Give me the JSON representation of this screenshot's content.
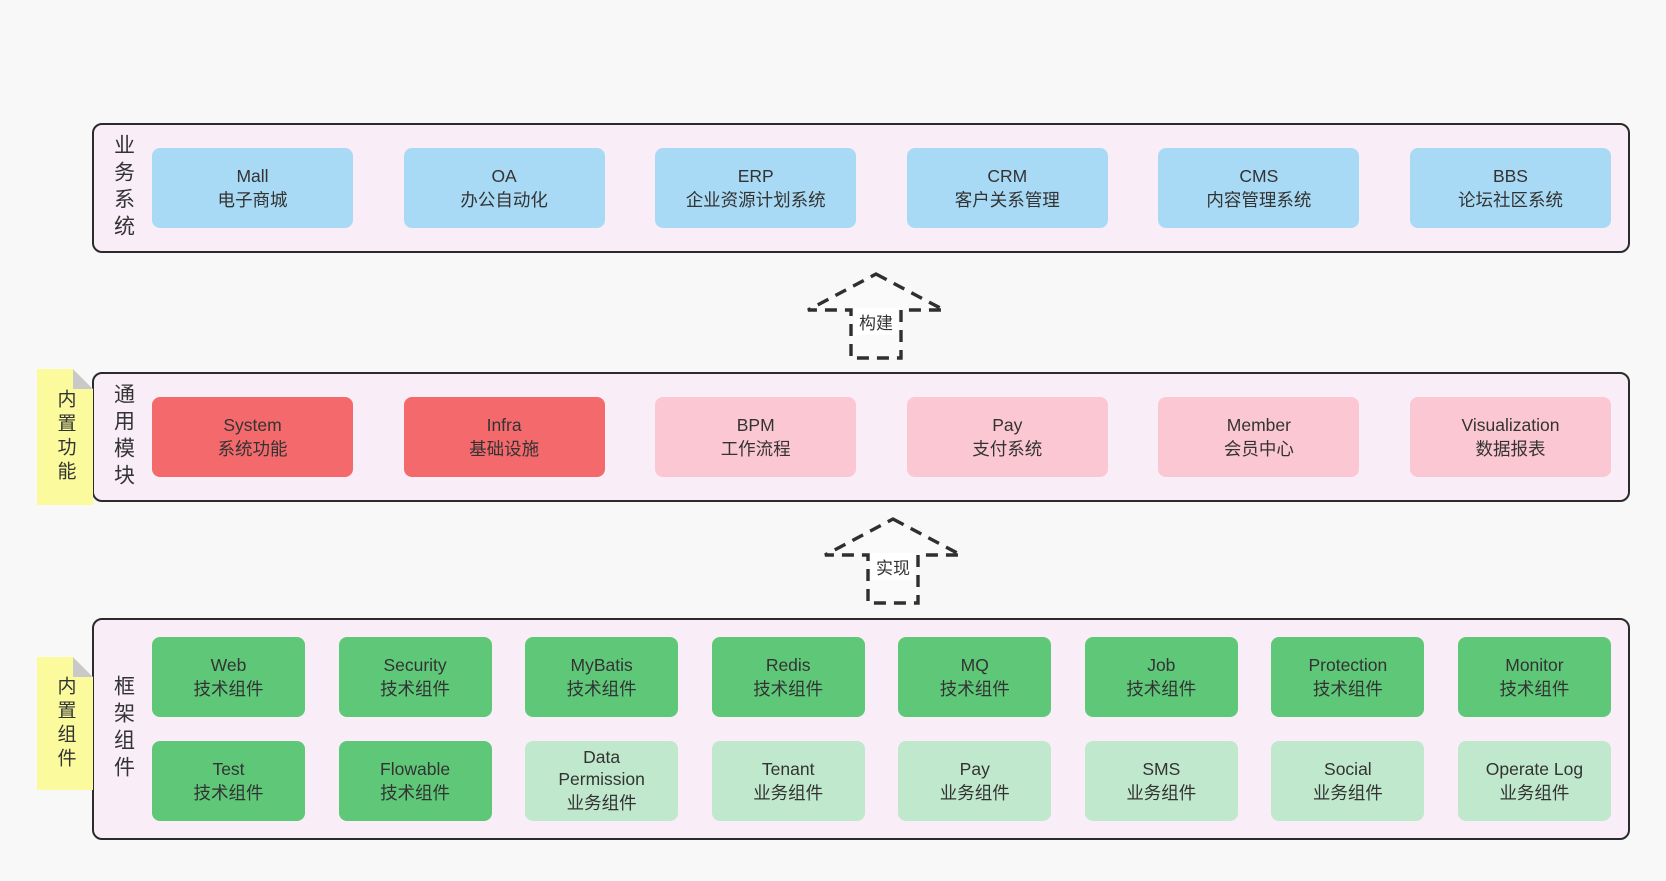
{
  "colors": {
    "page-bg": "#f8f8f8",
    "panel-bg": "#f9edf8",
    "panel-border": "#2b2b2b",
    "blue": "#a9daf5",
    "red": "#f4696c",
    "pink": "#fbc7d2",
    "green": "#5ec878",
    "light-green": "#c0e8cc",
    "note-yellow": "#fbfa9d",
    "note-fold": "#c9c9c9",
    "text": "#333333",
    "arrow": "#2f2f2f"
  },
  "business": {
    "label": "业务系统",
    "boxes": [
      {
        "name": "Mall",
        "desc": "电子商城",
        "variant": "blue"
      },
      {
        "name": "OA",
        "desc": "办公自动化",
        "variant": "blue"
      },
      {
        "name": "ERP",
        "desc": "企业资源计划系统",
        "variant": "blue"
      },
      {
        "name": "CRM",
        "desc": "客户关系管理",
        "variant": "blue"
      },
      {
        "name": "CMS",
        "desc": "内容管理系统",
        "variant": "blue"
      },
      {
        "name": "BBS",
        "desc": "论坛社区系统",
        "variant": "blue"
      }
    ]
  },
  "arrows": {
    "build": "构建",
    "implement": "实现"
  },
  "modules": {
    "label": "通用模块",
    "note": "内置功能",
    "boxes": [
      {
        "name": "System",
        "desc": "系统功能",
        "variant": "red"
      },
      {
        "name": "Infra",
        "desc": "基础设施",
        "variant": "red"
      },
      {
        "name": "BPM",
        "desc": "工作流程",
        "variant": "pink"
      },
      {
        "name": "Pay",
        "desc": "支付系统",
        "variant": "pink"
      },
      {
        "name": "Member",
        "desc": "会员中心",
        "variant": "pink"
      },
      {
        "name": "Visualization",
        "desc": "数据报表",
        "variant": "pink"
      }
    ]
  },
  "components": {
    "label": "框架组件",
    "note": "内置组件",
    "row1": [
      {
        "name": "Web",
        "desc": "技术组件",
        "variant": "green"
      },
      {
        "name": "Security",
        "desc": "技术组件",
        "variant": "green"
      },
      {
        "name": "MyBatis",
        "desc": "技术组件",
        "variant": "green"
      },
      {
        "name": "Redis",
        "desc": "技术组件",
        "variant": "green"
      },
      {
        "name": "MQ",
        "desc": "技术组件",
        "variant": "green"
      },
      {
        "name": "Job",
        "desc": "技术组件",
        "variant": "green"
      },
      {
        "name": "Protection",
        "desc": "技术组件",
        "variant": "green"
      },
      {
        "name": "Monitor",
        "desc": "技术组件",
        "variant": "green"
      }
    ],
    "row2": [
      {
        "name": "Test",
        "desc": "技术组件",
        "variant": "green"
      },
      {
        "name": "Flowable",
        "desc": "技术组件",
        "variant": "green"
      },
      {
        "name": "Data Permission",
        "desc": "业务组件",
        "variant": "light-green"
      },
      {
        "name": "Tenant",
        "desc": "业务组件",
        "variant": "light-green"
      },
      {
        "name": "Pay",
        "desc": "业务组件",
        "variant": "light-green"
      },
      {
        "name": "SMS",
        "desc": "业务组件",
        "variant": "light-green"
      },
      {
        "name": "Social",
        "desc": "业务组件",
        "variant": "light-green"
      },
      {
        "name": "Operate Log",
        "desc": "业务组件",
        "variant": "light-green"
      }
    ]
  }
}
